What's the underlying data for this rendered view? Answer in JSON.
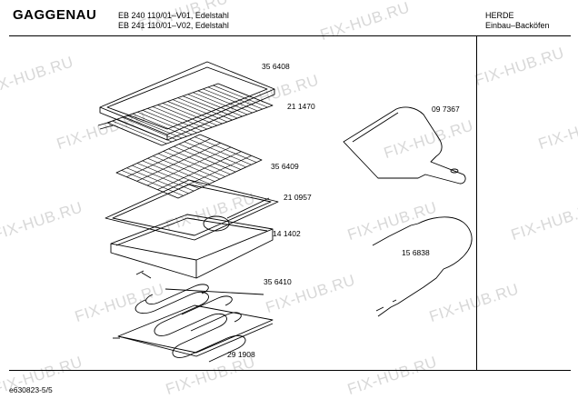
{
  "header": {
    "brand": "GAGGENAU",
    "models": [
      "EB 240 110/01–V01, Edelstahl",
      "EB 241 110/01–V02, Edelstahl"
    ],
    "category": [
      "HERDE",
      "Einbau–Backöfen"
    ]
  },
  "parts": {
    "p356408": "35 6408",
    "p211470": "21 1470",
    "p356409": "35 6409",
    "p210957": "21 0957",
    "p141402": "14 1402",
    "p356410": "35 6410",
    "p291908": "29 1908",
    "p097367": "09 7367",
    "p156838": "15 6838"
  },
  "footer": {
    "doc_id": "e630823-5/5"
  },
  "watermark": {
    "text": "FIX-HUB.RU"
  }
}
